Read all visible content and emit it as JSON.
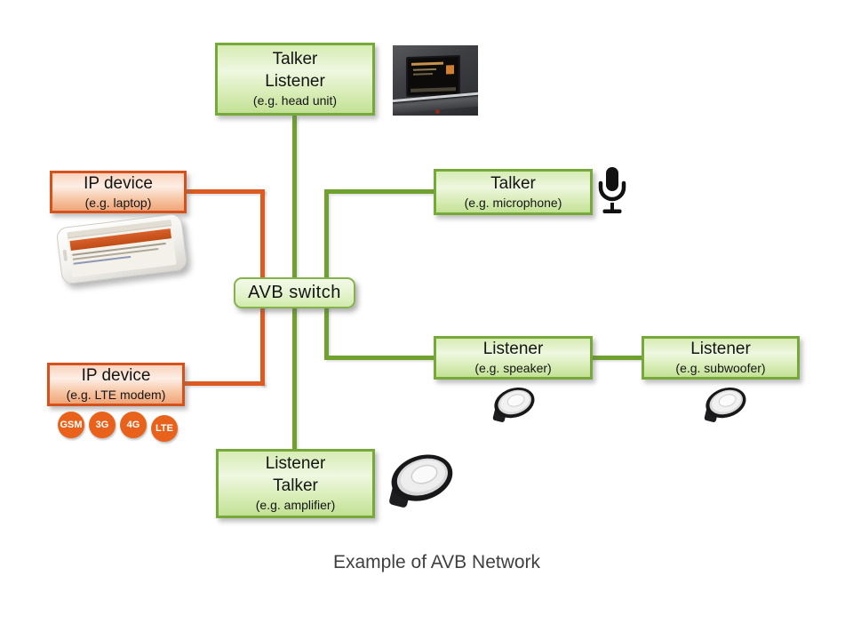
{
  "caption": "Example of AVB Network",
  "nodes": {
    "talker_listener": {
      "line1": "Talker",
      "line2": "Listener",
      "subtitle": "(e.g. head unit)"
    },
    "ip_laptop": {
      "line1": "IP device",
      "subtitle": "(e.g. laptop)"
    },
    "avb_switch": {
      "label": "AVB switch"
    },
    "talker_mic": {
      "line1": "Talker",
      "subtitle": "(e.g. microphone)"
    },
    "listener_speaker": {
      "line1": "Listener",
      "subtitle": "(e.g. speaker)"
    },
    "listener_subwoofer": {
      "line1": "Listener",
      "subtitle": "(e.g. subwoofer)"
    },
    "ip_lte": {
      "line1": "IP device",
      "subtitle": "(e.g. LTE modem)"
    },
    "listener_talker": {
      "line1": "Listener",
      "line2": "Talker",
      "subtitle": "(e.g. amplifier)"
    }
  },
  "badges": [
    "GSM",
    "3G",
    "4G",
    "LTE"
  ],
  "edges": [
    {
      "from": "avb_switch",
      "to": "talker_listener",
      "type": "avb"
    },
    {
      "from": "avb_switch",
      "to": "talker_mic",
      "type": "avb"
    },
    {
      "from": "avb_switch",
      "to": "listener_speaker",
      "type": "avb"
    },
    {
      "from": "listener_speaker",
      "to": "listener_subwoofer",
      "type": "avb"
    },
    {
      "from": "avb_switch",
      "to": "listener_talker",
      "type": "avb"
    },
    {
      "from": "avb_switch",
      "to": "ip_laptop",
      "type": "ip"
    },
    {
      "from": "avb_switch",
      "to": "ip_lte",
      "type": "ip"
    }
  ],
  "icons": {
    "talker_mic": "microphone-icon",
    "listener_speaker": "speaker-icon",
    "listener_subwoofer": "speaker-icon",
    "listener_talker": "speaker-icon",
    "talker_listener": "car-head-unit-photo",
    "ip_laptop": "smartphone-photo"
  },
  "colors": {
    "green_border": "#77a83a",
    "green_line": "#6fa12e",
    "orange_border": "#d6521c",
    "orange_line": "#dd5a21",
    "badge_bg": "#e8621c",
    "caption_color": "#404040"
  }
}
